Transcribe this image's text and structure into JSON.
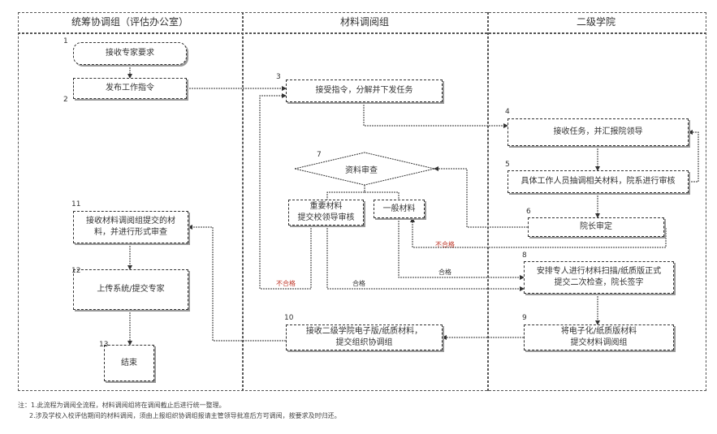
{
  "lanes": [
    "统筹协调组（评估办公室）",
    "材料调阅组",
    "二级学院"
  ],
  "steps": {
    "s1": {
      "num": "1",
      "text": "接收专家要求"
    },
    "s2": {
      "num": "2",
      "text": "发布工作指令"
    },
    "s3": {
      "num": "3",
      "text": "接受指令，分解并下发任务"
    },
    "s4": {
      "num": "4",
      "text": "接收任务，并汇报院领导"
    },
    "s5": {
      "num": "5",
      "text": "具体工作人员抽调相关材料，院系进行审核"
    },
    "s6": {
      "num": "6",
      "text": "院长审定"
    },
    "s7": {
      "num": "7",
      "text": "资料审查"
    },
    "s7a": {
      "text": "重要材料\n提交校领导审核"
    },
    "s7b": {
      "text": "一般材料"
    },
    "s8": {
      "num": "8",
      "text": "安排专人进行材料扫描/纸质版正式\n提交二次检查，院长签字"
    },
    "s9": {
      "num": "9",
      "text": "将电子化/纸质版材料\n提交材料调阅组"
    },
    "s10": {
      "num": "10",
      "text": "接收二级学院电子版/纸质材料，\n提交组织协调组"
    },
    "s11": {
      "num": "11",
      "text": "接收材料调阅组提交的材\n料，并进行形式审查"
    },
    "s12": {
      "num": "12",
      "text": "上传系统/提交专家"
    },
    "s13": {
      "num": "13",
      "text": "结束"
    }
  },
  "labels": {
    "fail1": "不合格",
    "fail2": "不合格",
    "pass1": "合格",
    "pass2": "合格"
  },
  "notes": [
    "注：1.此流程为调阅全流程，材料调阅组将在调阅截止后进行统一整理。",
    "2.涉及学校入校评估期间的材料调阅，须由上报组织协调组报请主管领导批准后方可调阅，按要求及时归还。"
  ],
  "colors": {
    "fail": "#c0392b"
  }
}
